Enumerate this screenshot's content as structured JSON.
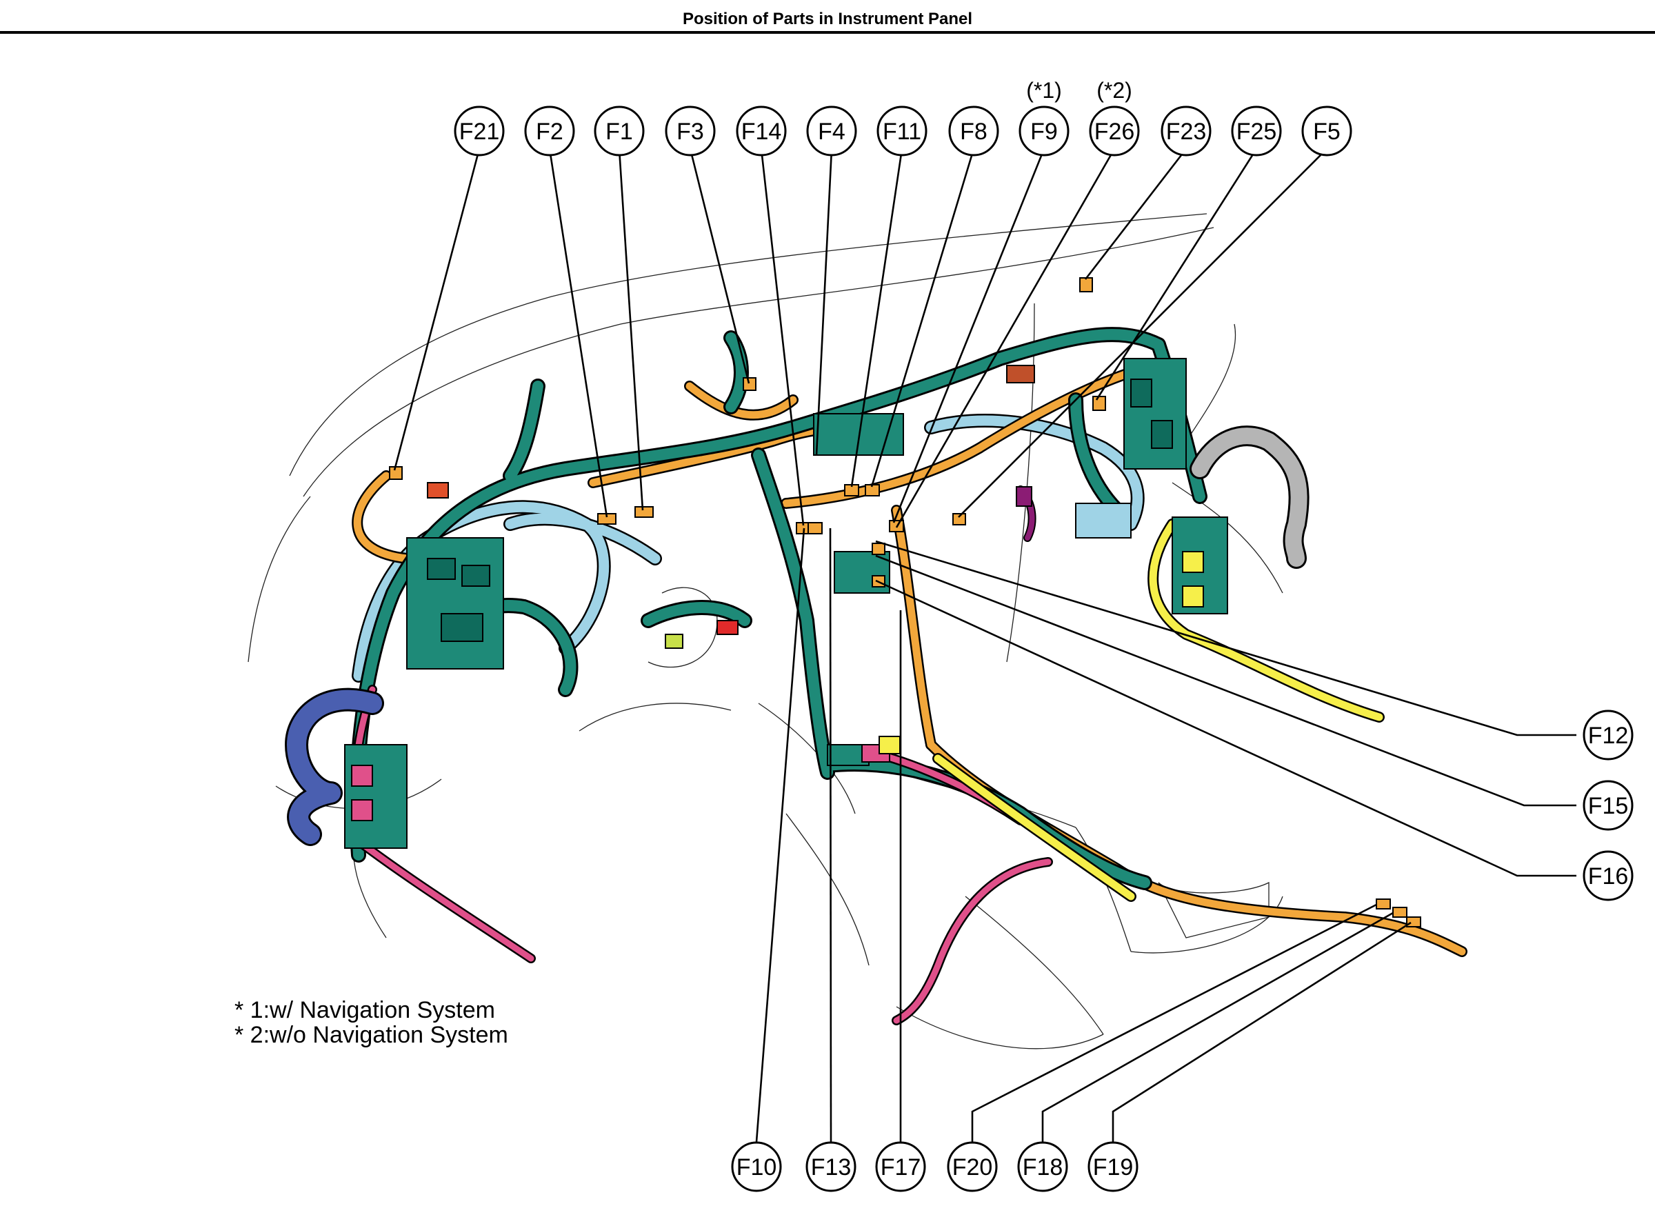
{
  "page": {
    "title": "Position of Parts in Instrument Panel"
  },
  "colors": {
    "harness_teal": "#1e8a78",
    "harness_orange": "#f2a73b",
    "harness_lightblue": "#9fd3e6",
    "harness_pink": "#e0508a",
    "harness_yellow": "#f6ef4a",
    "harness_navy": "#4a5fb0",
    "harness_gray": "#a8a8a8",
    "harness_purple": "#8b1c74",
    "harness_red": "#e02a2a",
    "harness_lime": "#c8e04a",
    "outline": "#000000"
  },
  "callouts": {
    "F21": "F21",
    "F2": "F2",
    "F1": "F1",
    "F3": "F3",
    "F14": "F14",
    "F4": "F4",
    "F11": "F11",
    "F8": "F8",
    "F9": "F9",
    "F26": "F26",
    "F23": "F23",
    "F25": "F25",
    "F5": "F5",
    "F12": "F12",
    "F15": "F15",
    "F16": "F16",
    "F10": "F10",
    "F13": "F13",
    "F17": "F17",
    "F20": "F20",
    "F18": "F18",
    "F19": "F19"
  },
  "variants": {
    "F9": "(*1)",
    "F26": "(*2)"
  },
  "notes": [
    "* 1:w/ Navigation System",
    "* 2:w/o Navigation System"
  ]
}
